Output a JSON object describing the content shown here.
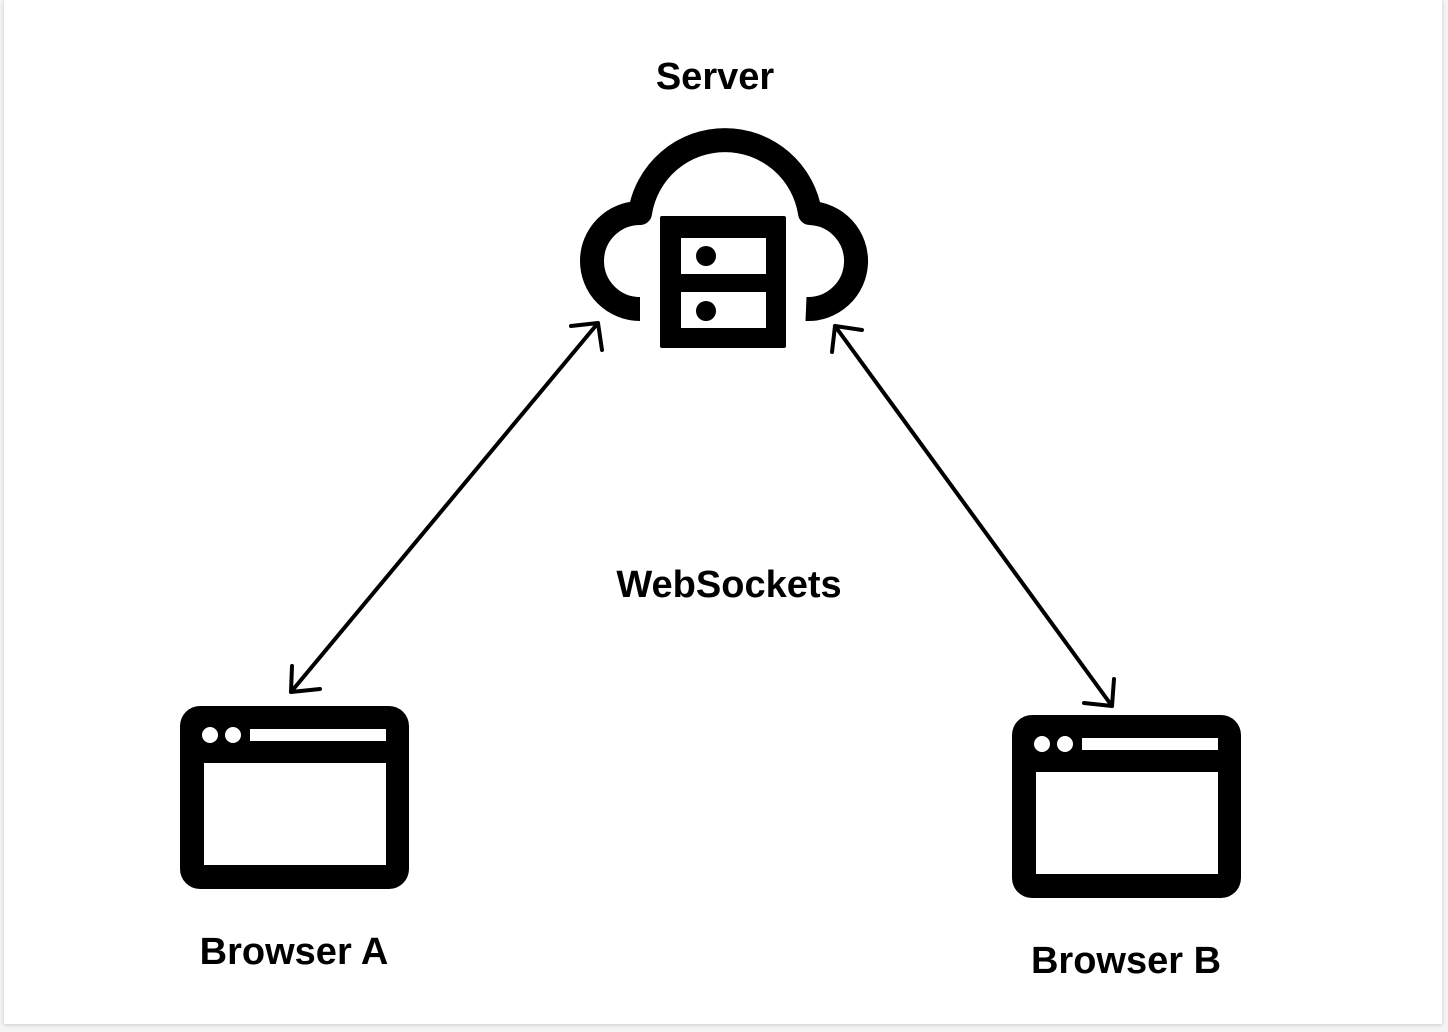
{
  "nodes": {
    "server": {
      "label": "Server",
      "icon": "cloud-server-icon"
    },
    "browser_a": {
      "label": "Browser A",
      "icon": "browser-window-icon"
    },
    "browser_b": {
      "label": "Browser B",
      "icon": "browser-window-icon"
    }
  },
  "connection": {
    "label": "WebSockets"
  },
  "edges": [
    {
      "from": "server",
      "to": "browser_a",
      "direction": "bidirectional"
    },
    {
      "from": "server",
      "to": "browser_b",
      "direction": "bidirectional"
    }
  ],
  "colors": {
    "ink": "#000000",
    "background": "#ffffff"
  }
}
